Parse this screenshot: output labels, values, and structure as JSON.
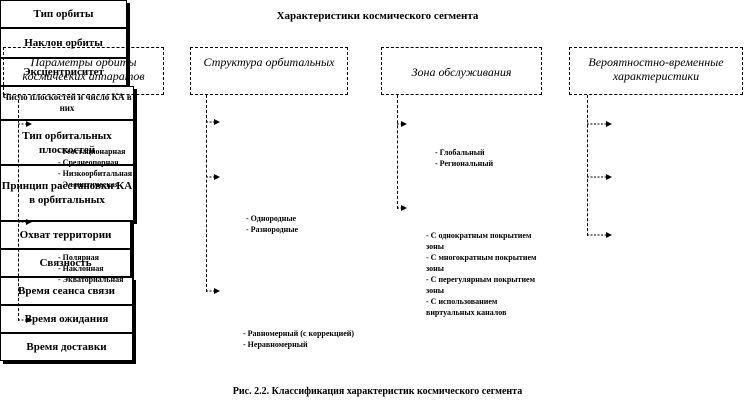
{
  "title": "Характеристики космического сегмента",
  "caption": "Рис. 2.2. Классификация характеристик космического сегмента",
  "columns": [
    {
      "header": "Параметры орбиты космических аппаратов",
      "boxes": [
        {
          "label": "Тип орбиты",
          "items": [
            "- Геостационарная",
            "- Среднеопорная",
            "- Низкоорбитальная",
            "- Эллиптическая"
          ]
        },
        {
          "label": "Наклон орбиты",
          "items": [
            "- Полярная",
            "- Наклонная",
            "- Экваториальная"
          ]
        },
        {
          "label": "Эксцентриситет",
          "items": []
        }
      ]
    },
    {
      "header": "Структура орбитальных",
      "boxes": [
        {
          "label": "Число плоскостей и число КА в них",
          "items": []
        },
        {
          "label": "Тип орбитальных плоскостей",
          "items": [
            "- Однородные",
            "- Разнородные"
          ]
        },
        {
          "label": "Принцип расстановки КА в орбитальных",
          "items": [
            "- Равномерный (с коррекцией)",
            "- Неравномерный"
          ]
        }
      ]
    },
    {
      "header": "Зона обслуживания",
      "boxes": [
        {
          "label": "Охват территории",
          "items": [
            "- Глобальный",
            "- Региональный"
          ]
        },
        {
          "label": "Связность",
          "items": [
            "- С однократным покрытием зоны",
            "- С многократным покрытием зоны",
            "- С перегулярным покрытием зоны",
            "- С использованием виртуальных каналов"
          ]
        }
      ]
    },
    {
      "header": "Вероятностно-временные характеристики",
      "boxes": [
        {
          "label": "Время сеанса связи",
          "items": []
        },
        {
          "label": "Время ожидания",
          "items": []
        },
        {
          "label": "Время доставки",
          "items": []
        }
      ]
    }
  ]
}
